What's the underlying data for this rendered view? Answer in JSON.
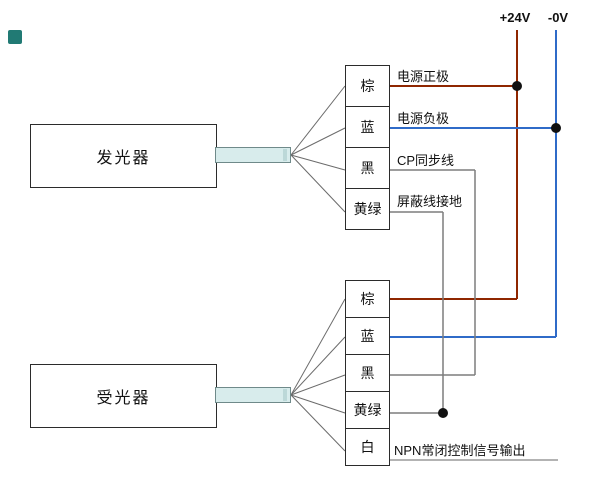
{
  "power": {
    "positive": "+24V",
    "negative": "-0V"
  },
  "devices": {
    "emitter": "发光器",
    "receiver": "受光器"
  },
  "emitter_terminals": [
    "棕",
    "蓝",
    "黑",
    "黄绿"
  ],
  "receiver_terminals": [
    "棕",
    "蓝",
    "黑",
    "黄绿",
    "白"
  ],
  "wire_labels": {
    "power_positive": "电源正极",
    "power_negative": "电源负极",
    "cp_sync": "CP同步线",
    "shield_ground": "屏蔽线接地",
    "npn_output": "NPN常闭控制信号输出"
  },
  "colors": {
    "brown_wire": "#8f2600",
    "blue_wire": "#2f6bc8",
    "gray_wire": "#7d7d7d",
    "fan_wire": "#6b6b6b",
    "npn_wire": "#9a9a9a",
    "junction_dot": "#111111"
  }
}
